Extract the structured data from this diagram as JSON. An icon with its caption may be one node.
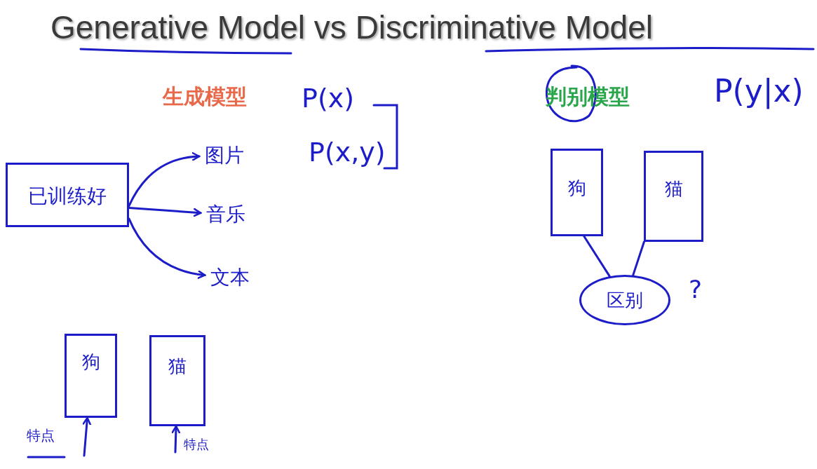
{
  "diagram": {
    "title": "Generative Model vs Discriminative Model",
    "nodes": [
      {
        "text": [
          "已训练好"
        ]
      },
      {
        "text": [
          "图片"
        ]
      },
      {
        "text": [
          "音乐"
        ]
      },
      {
        "text": [
          "文本"
        ]
      },
      {
        "text": [
          "狗"
        ]
      },
      {
        "text": [
          "猫"
        ]
      },
      {
        "text": [
          "狗"
        ]
      },
      {
        "text": [
          "猫"
        ]
      },
      {
        "text": [
          "区别"
        ]
      }
    ],
    "edges": [
      {
        "from": 0,
        "to": 1,
        "arrow": "to"
      },
      {
        "from": 0,
        "to": 2,
        "arrow": "to"
      },
      {
        "from": 0,
        "to": 3,
        "arrow": "to"
      },
      {
        "from": null,
        "to": 4,
        "arrow": "to"
      },
      {
        "from": null,
        "to": 5,
        "arrow": "to"
      },
      {
        "from": 6,
        "to": 8,
        "arrow": "none"
      },
      {
        "from": 7,
        "to": 8,
        "arrow": "none"
      }
    ],
    "labels": [
      "生成模型",
      "P(x)",
      "判别模型",
      "P(y|x)",
      "P(x,y)",
      "?",
      "特点",
      "特点"
    ]
  }
}
